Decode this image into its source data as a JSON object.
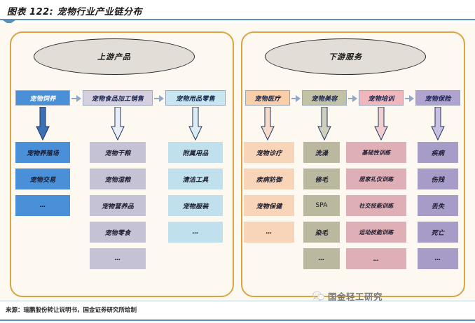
{
  "title": "图表 122:  宠物行业产业链分布",
  "footer": {
    "source": "来源：瑞鹏股份转让说明书，国金证券研究所绘制"
  },
  "watermark": {
    "label": "国金轻工研究",
    "icon": "wechat-icon"
  },
  "colors": {
    "frame_border": "#d9a441",
    "canvas_bg": "#fdf8f0",
    "title_rule": "#5b8fb5",
    "ellipse_fill": "#e2ddd6",
    "arrow": "#8fa8c8",
    "upstream_col1": "#4a90d9",
    "upstream_col2": "#c6c2d6",
    "upstream_col3": "#bfe0ec",
    "downstream_col1": "#f8d5b8",
    "downstream_col2": "#bab9a0",
    "downstream_col3": "#deafb4",
    "downstream_col4": "#a79bc8",
    "head_col1": "#4a90d9",
    "head_col2": "#d5cfe0",
    "head_col3": "#c8e6f0",
    "head_col4": "#f8cfa8",
    "head_col5": "#c3c2a6",
    "head_col6": "#efb6bb",
    "head_col7": "#b0a3d0"
  },
  "upstream": {
    "section_label": "上游产品",
    "heads": [
      {
        "label": "宠物饲养",
        "fill": "#4a90d9",
        "text": "#ffffff"
      },
      {
        "label": "宠物食品加工销售",
        "fill": "#d5cfe0",
        "text": "#15224d"
      },
      {
        "label": "宠物用品零售",
        "fill": "#c8e6f0",
        "text": "#15224d"
      }
    ],
    "columns": [
      {
        "name": "pet-breeding",
        "fill": "#4a90d9",
        "text": "#15224d",
        "items": [
          "宠物养殖场",
          "宠物交易",
          "…"
        ]
      },
      {
        "name": "pet-food",
        "fill": "#c6c2d6",
        "text": "#1a1a2e",
        "items": [
          "宠物干粮",
          "宠物湿粮",
          "宠物营养品",
          "宠物零食",
          "…"
        ]
      },
      {
        "name": "pet-supplies",
        "fill": "#bfe0ec",
        "text": "#1a1a2e",
        "items": [
          "附属用品",
          "清洁工具",
          "宠物服装",
          "…"
        ]
      }
    ]
  },
  "downstream": {
    "section_label": "下游服务",
    "heads": [
      {
        "label": "宠物医疗",
        "fill": "#f8cfa8",
        "text": "#15224d"
      },
      {
        "label": "宠物美容",
        "fill": "#c3c2a6",
        "text": "#15224d"
      },
      {
        "label": "宠物培训",
        "fill": "#efb6bb",
        "text": "#15224d"
      },
      {
        "label": "宠物保险",
        "fill": "#b0a3d0",
        "text": "#15224d"
      }
    ],
    "columns": [
      {
        "name": "pet-medical",
        "fill": "#f8d5b8",
        "text": "#1a1a2e",
        "items": [
          "宠物诊疗",
          "疾病防御",
          "宠物保健",
          "…"
        ]
      },
      {
        "name": "pet-grooming",
        "fill": "#bab9a0",
        "text": "#1a1a2e",
        "items": [
          "洗澡",
          "修毛",
          "SPA",
          "染毛",
          "…"
        ]
      },
      {
        "name": "pet-training",
        "fill": "#deafb4",
        "text": "#1a1a2e",
        "items": [
          "基础性训练",
          "居家礼仪训练",
          "社交技能训练",
          "运动技能训练",
          "…"
        ]
      },
      {
        "name": "pet-insurance",
        "fill": "#a79bc8",
        "text": "#1a1a2e",
        "items": [
          "疾病",
          "伤残",
          "丢失",
          "死亡",
          "…"
        ]
      }
    ]
  }
}
